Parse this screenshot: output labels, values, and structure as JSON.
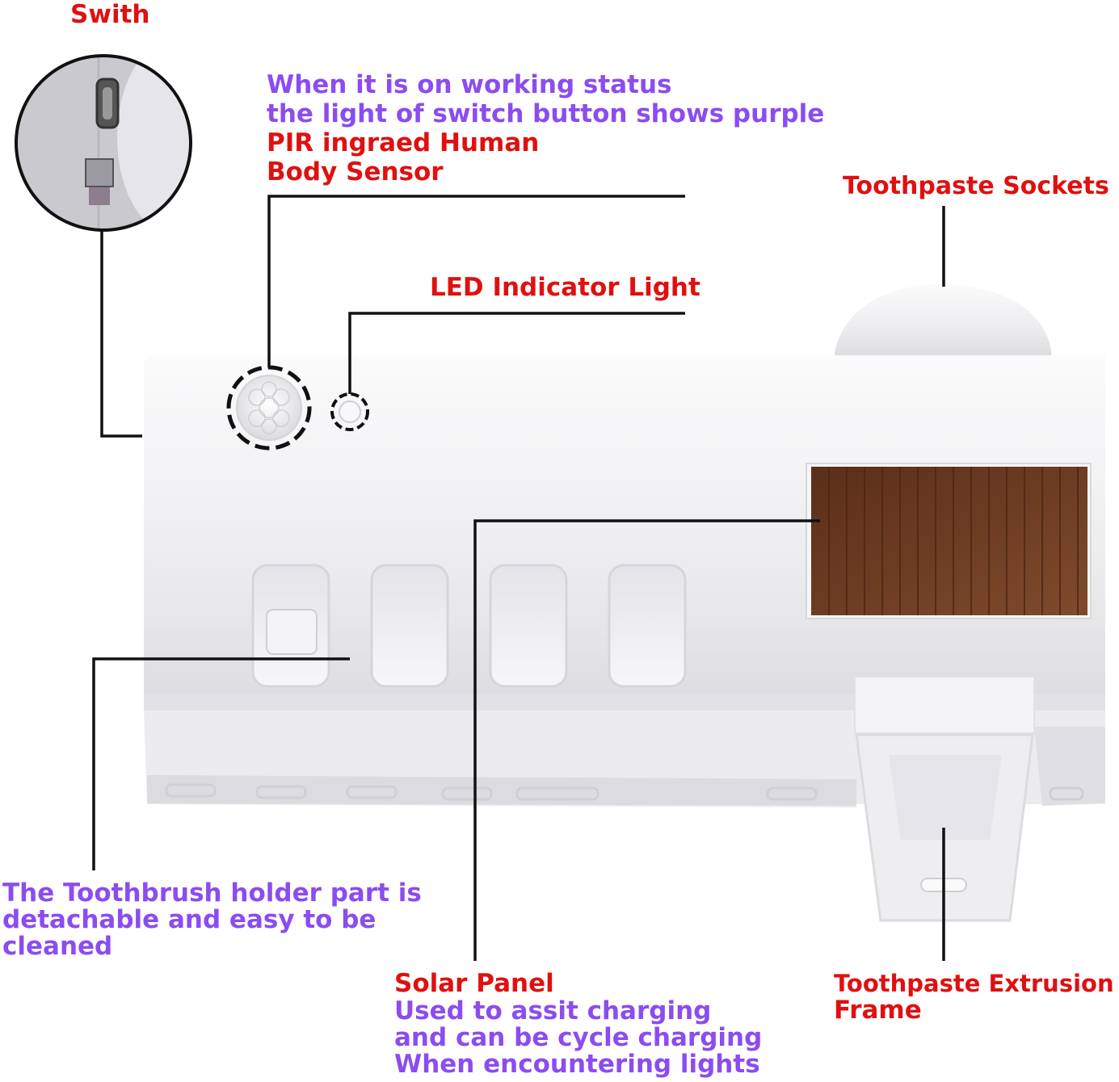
{
  "labels": {
    "switch_title": "Swith",
    "working_status_line1": "When it is on working status",
    "working_status_line2": "the light of switch button shows purple",
    "pir_line1": "PIR ingraed Human",
    "pir_line2": "Body Sensor",
    "toothpaste_sockets": "Toothpaste Sockets",
    "led_indicator": "LED Indicator Light",
    "holder_line1": "The Toothbrush holder part is",
    "holder_line2": "detachable and easy to be",
    "holder_line3": "cleaned",
    "solar_title": "Solar Panel",
    "solar_line1": "Used to assit charging",
    "solar_line2": "and can be cycle charging",
    "solar_line3": "When encountering lights",
    "extrusion_line1": "Toothpaste Extrusion",
    "extrusion_line2": "Frame"
  },
  "colors": {
    "label_red": "#e01010",
    "label_purple": "#8b4cf0",
    "leader_line": "#111111",
    "device_body": "#f1f1f3",
    "solar_panel": "#6e3f24"
  },
  "icons": {
    "switch_detail": "usb-port-switch-inset",
    "pir_sensor": "pir-sensor-lens",
    "led_light": "led-indicator-dot"
  }
}
